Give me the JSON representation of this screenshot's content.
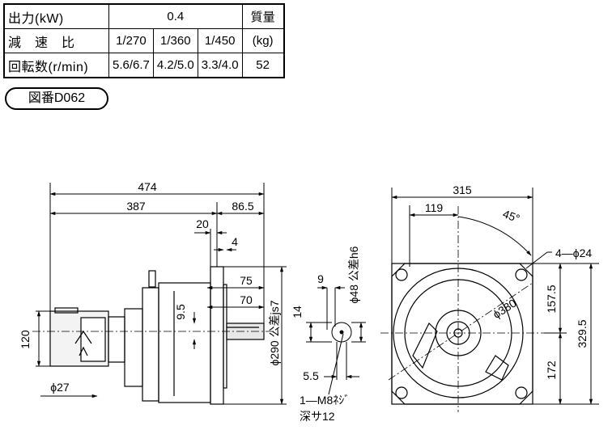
{
  "spec_table": {
    "row_output": {
      "label": "出力(kW)",
      "value": "0.4",
      "weight_header": "質量"
    },
    "row_ratio": {
      "label": "減　速　比",
      "values": [
        "1/270",
        "1/360",
        "1/450"
      ],
      "weight_unit": "(kg)"
    },
    "row_speed": {
      "label": "回転数(r/min)",
      "values": [
        "5.6/6.7",
        "4.2/5.0",
        "3.3/4.0"
      ],
      "weight_value": "52"
    }
  },
  "figure_label": "図番D062",
  "dimensions": {
    "overall_length": "474",
    "length_387": "387",
    "length_86_5": "86.5",
    "dim_20": "20",
    "dim_4": "4",
    "dim_75": "75",
    "dim_70": "70",
    "dim_9_5": "9.5",
    "dim_120": "120",
    "dim_27": "ϕ27",
    "flange_dia": "ϕ290 公差js7",
    "key_9": "9",
    "key_14": "14",
    "shaft_dia": "ϕ48 公差h6",
    "dim_5_5": "5.5",
    "tap_note_1": "1—M8ﾈｼﾞ",
    "tap_note_2": "深サ12",
    "width_315": "315",
    "dim_119": "119",
    "angle_45": "45°",
    "holes": "4—ϕ24",
    "pcd_380": "ϕ380",
    "dim_157_5": "157.5",
    "dim_329_5": "329.5",
    "dim_172": "172"
  }
}
